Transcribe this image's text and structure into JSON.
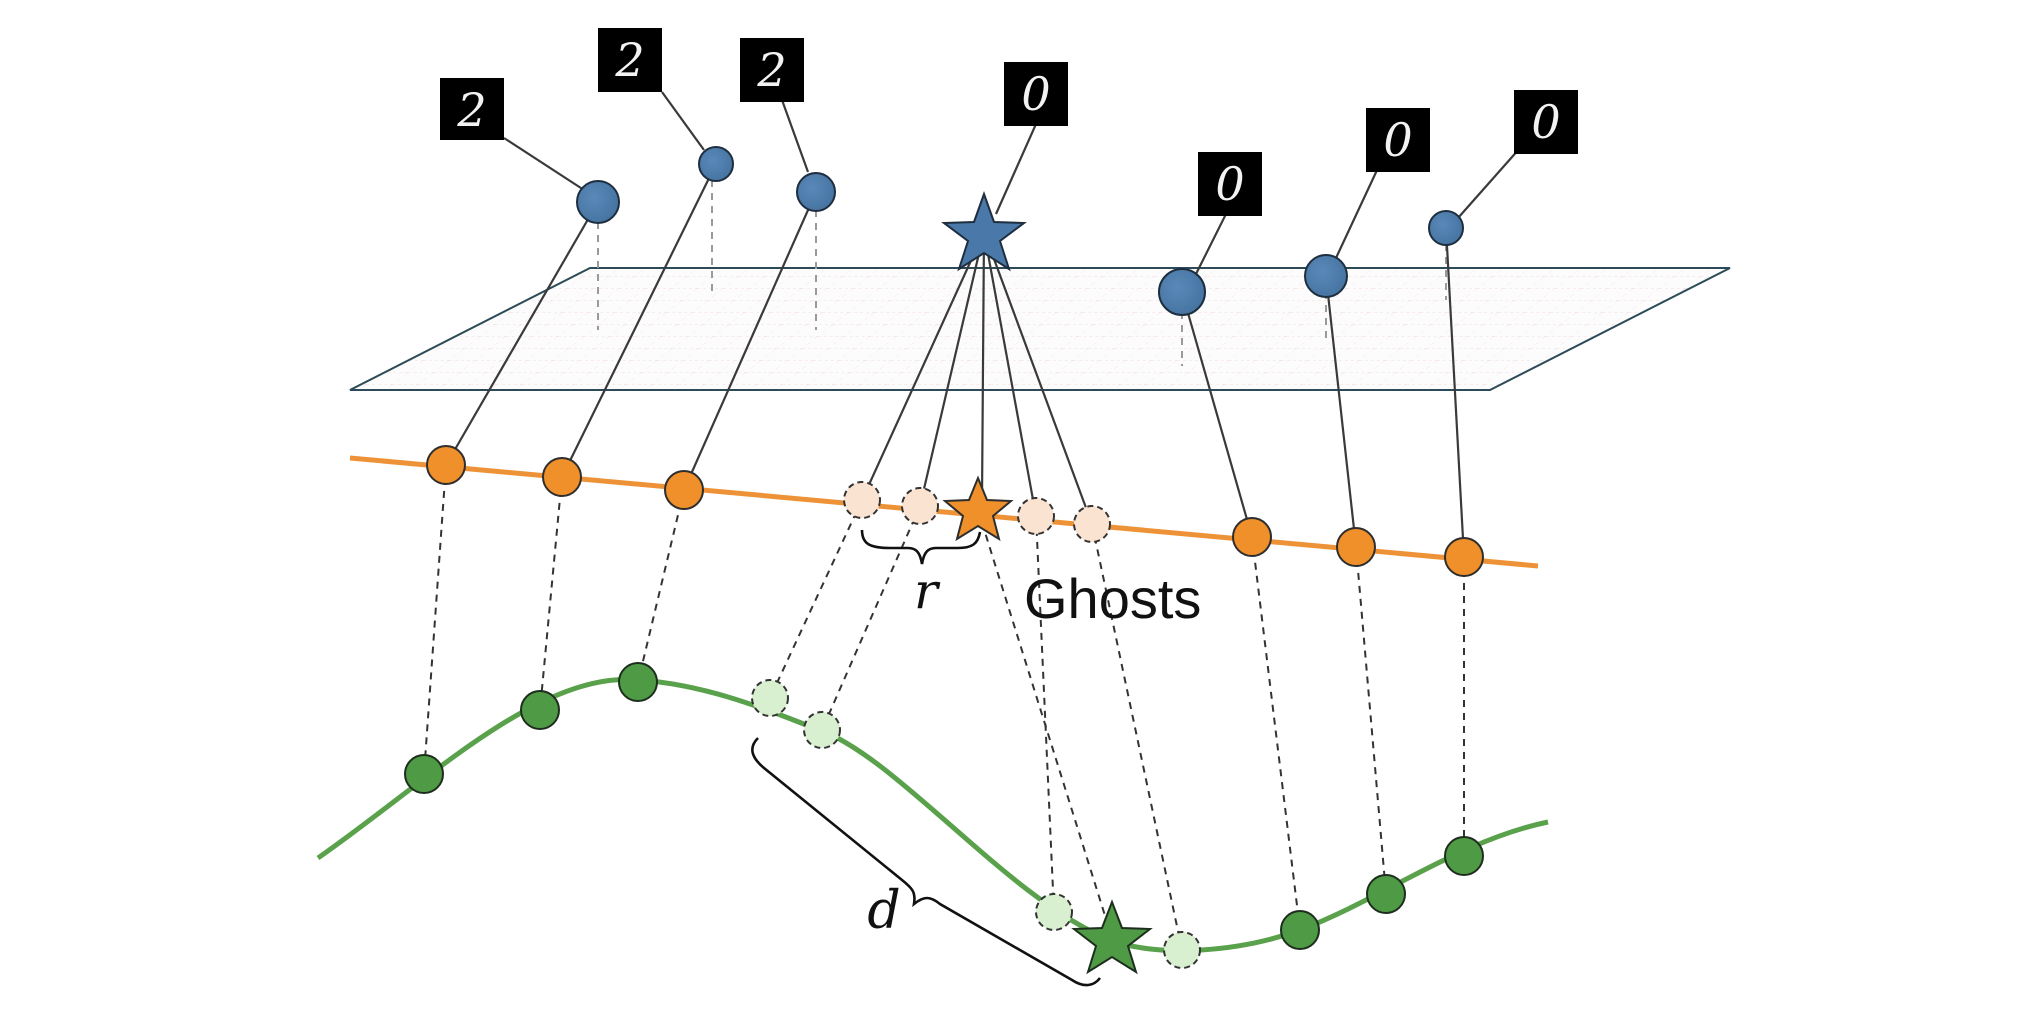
{
  "labels": {
    "r": "r",
    "d": "d",
    "ghosts": "Ghosts"
  },
  "digits": {
    "d1": "2",
    "d2": "2",
    "d3": "2",
    "d4": "0",
    "d5": "0",
    "d6": "0",
    "d7": "0"
  },
  "colors": {
    "blue_point": "#4a78a8",
    "orange_point": "#f0902a",
    "orange_ghost": "#fbe3d2",
    "green_point": "#4f9a45",
    "green_ghost": "#d8f0cf",
    "orange_line": "#ee9237",
    "green_curve": "#5aa14c",
    "plane_edge": "#2c4a58"
  }
}
